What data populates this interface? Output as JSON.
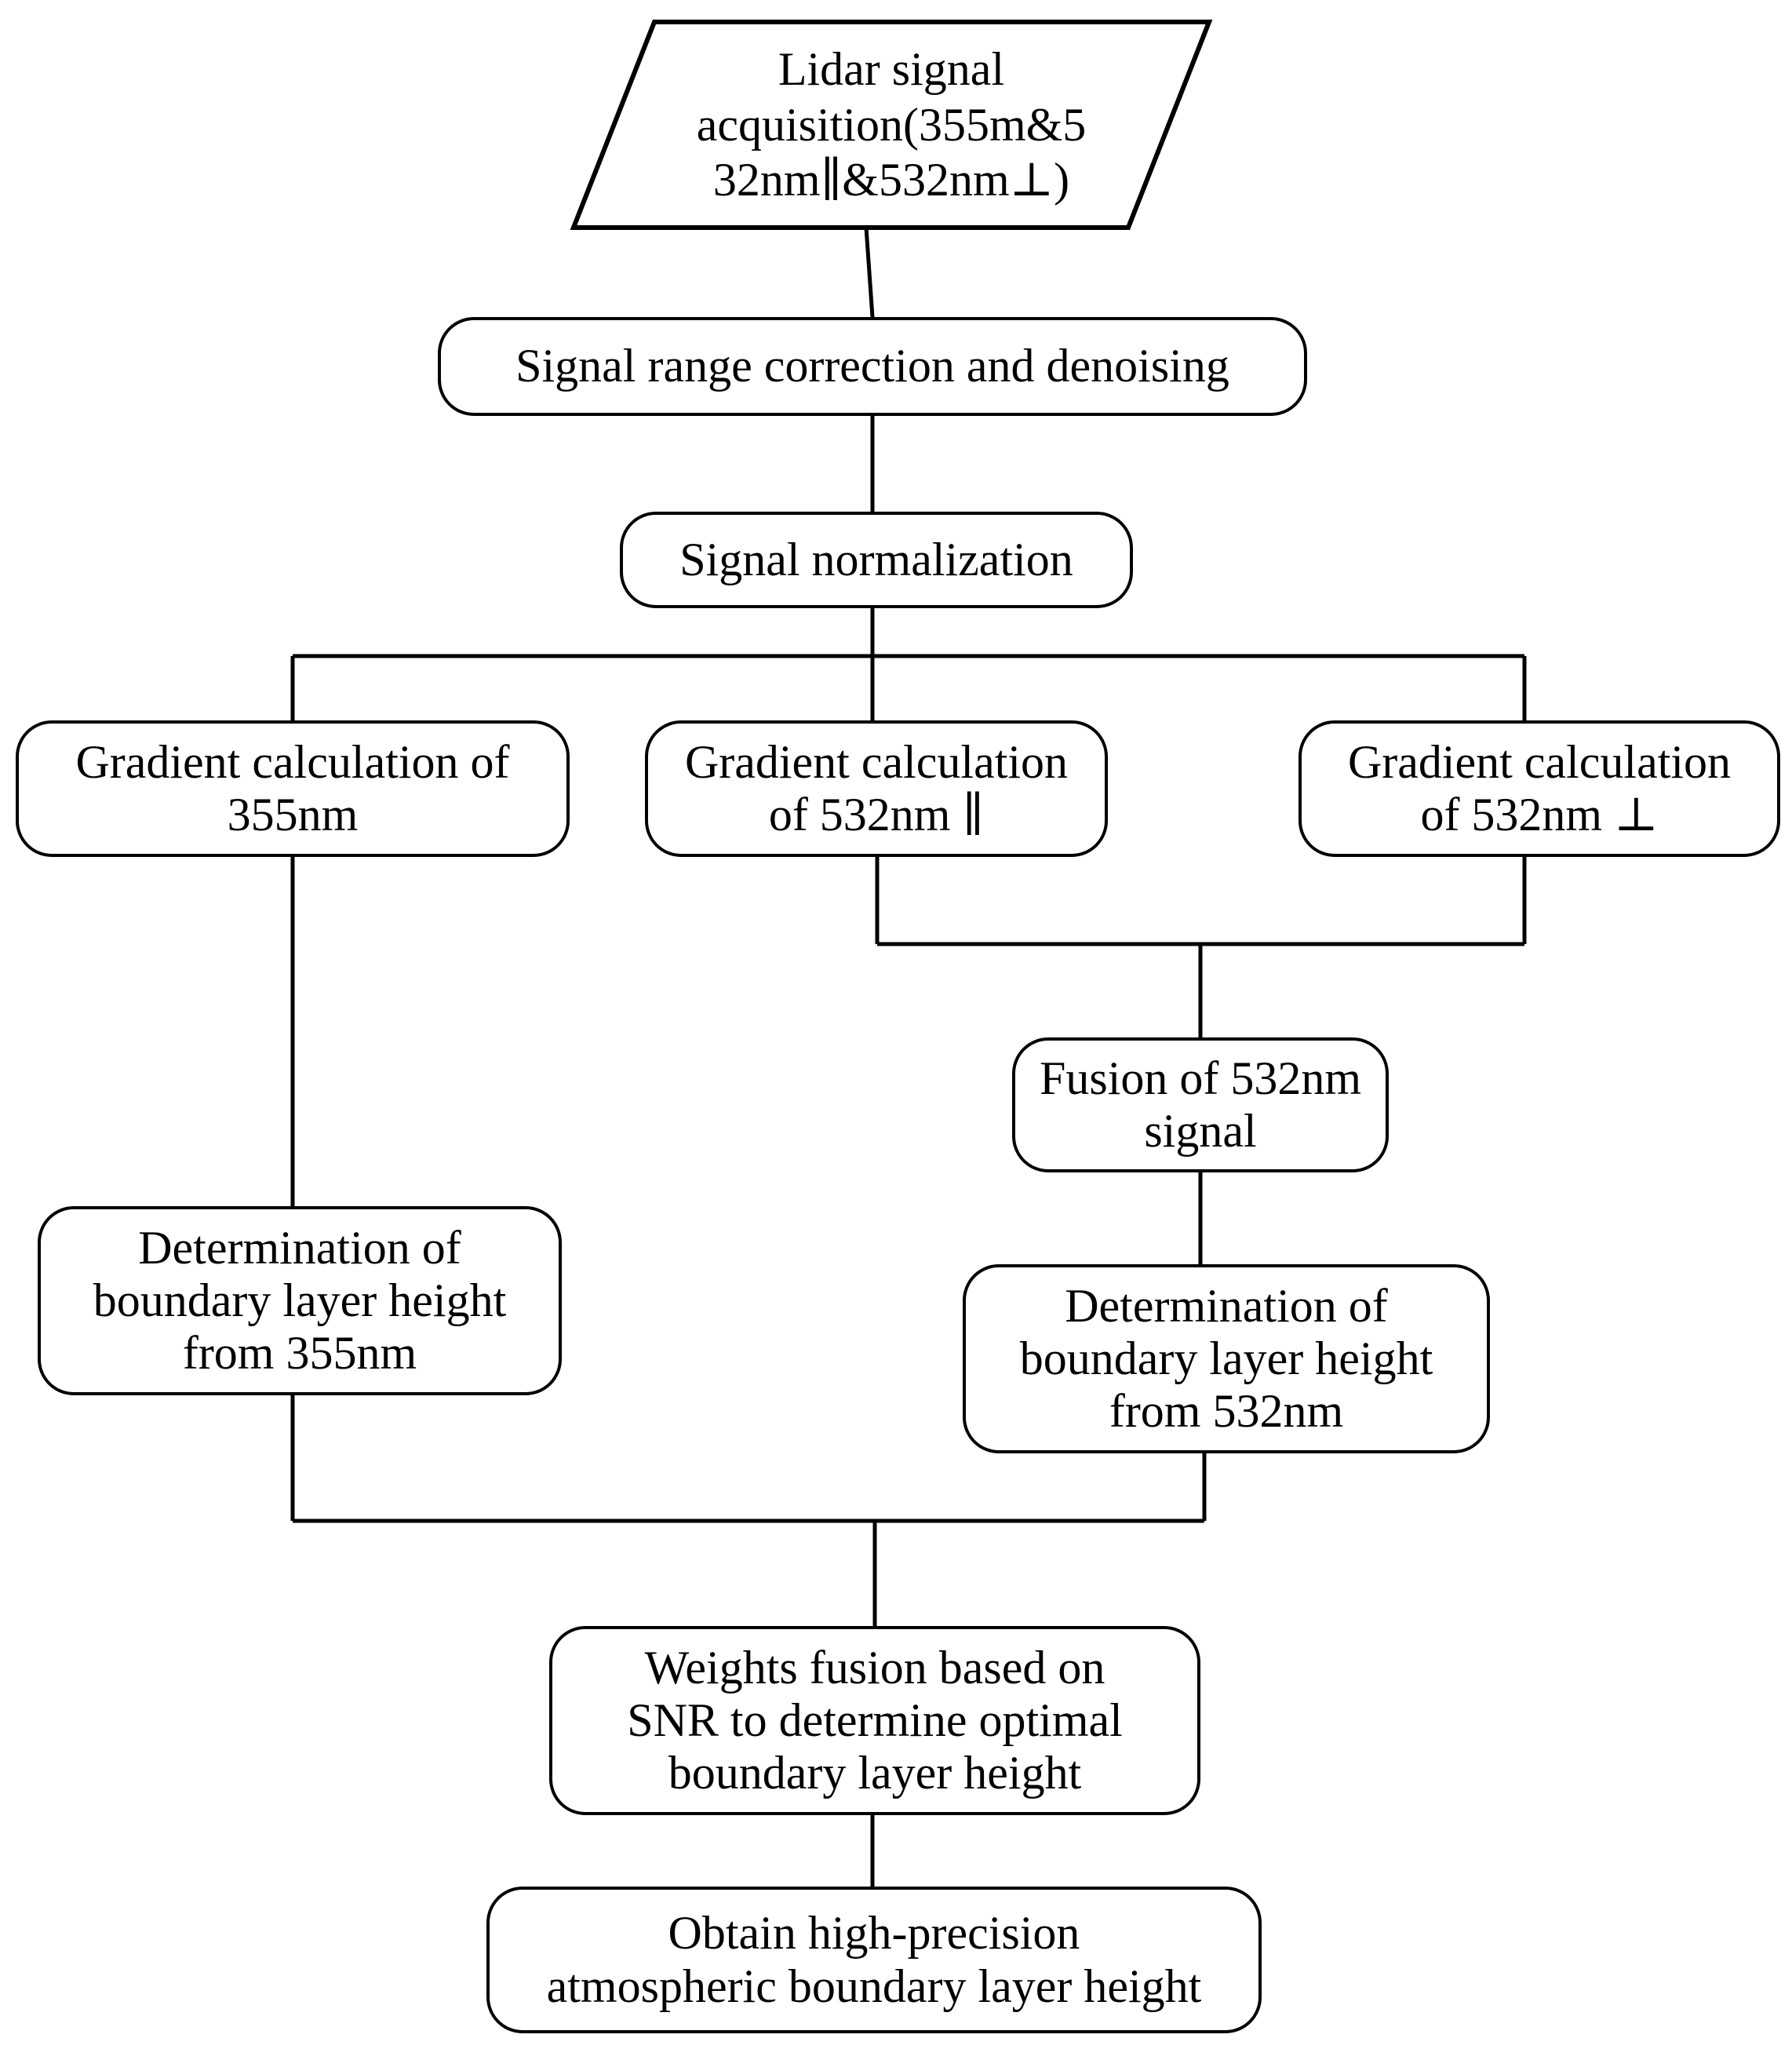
{
  "diagram": {
    "title": "Lidar boundary layer height retrieval flowchart",
    "stroke_color": "#000000",
    "background_color": "#ffffff",
    "nodes": {
      "acquisition": {
        "shape": "parallelogram",
        "label": "Lidar signal\nacquisition(355m&5\n32nm∥&532nm⊥)"
      },
      "range_correction": {
        "shape": "rounded-rect",
        "label": "Signal range correction and denoising"
      },
      "normalization": {
        "shape": "rounded-rect",
        "label": "Signal normalization"
      },
      "gradient_355": {
        "shape": "rounded-rect",
        "label": "Gradient calculation of\n355nm"
      },
      "gradient_532_par": {
        "shape": "rounded-rect",
        "label": "Gradient calculation\nof 532nm ∥"
      },
      "gradient_532_perp": {
        "shape": "rounded-rect",
        "label": "Gradient calculation\nof 532nm ⊥"
      },
      "fusion_532": {
        "shape": "rounded-rect",
        "label": "Fusion of 532nm\nsignal"
      },
      "blh_355": {
        "shape": "rounded-rect",
        "label": "Determination of\nboundary layer height\nfrom 355nm"
      },
      "blh_532": {
        "shape": "rounded-rect",
        "label": "Determination of\nboundary layer height\nfrom 532nm"
      },
      "weights_fusion": {
        "shape": "rounded-rect",
        "label": "Weights fusion based on\nSNR to determine optimal\nboundary layer height"
      },
      "final_output": {
        "shape": "rounded-rect",
        "label": "Obtain high-precision\natmospheric boundary layer height"
      }
    },
    "edges": [
      {
        "from": "acquisition",
        "to": "range_correction"
      },
      {
        "from": "range_correction",
        "to": "normalization"
      },
      {
        "from": "normalization",
        "to": "gradient_355"
      },
      {
        "from": "normalization",
        "to": "gradient_532_par"
      },
      {
        "from": "normalization",
        "to": "gradient_532_perp"
      },
      {
        "from": "gradient_532_par",
        "to": "fusion_532"
      },
      {
        "from": "gradient_532_perp",
        "to": "fusion_532"
      },
      {
        "from": "gradient_355",
        "to": "blh_355"
      },
      {
        "from": "fusion_532",
        "to": "blh_532"
      },
      {
        "from": "blh_355",
        "to": "weights_fusion"
      },
      {
        "from": "blh_532",
        "to": "weights_fusion"
      },
      {
        "from": "weights_fusion",
        "to": "final_output"
      }
    ]
  }
}
